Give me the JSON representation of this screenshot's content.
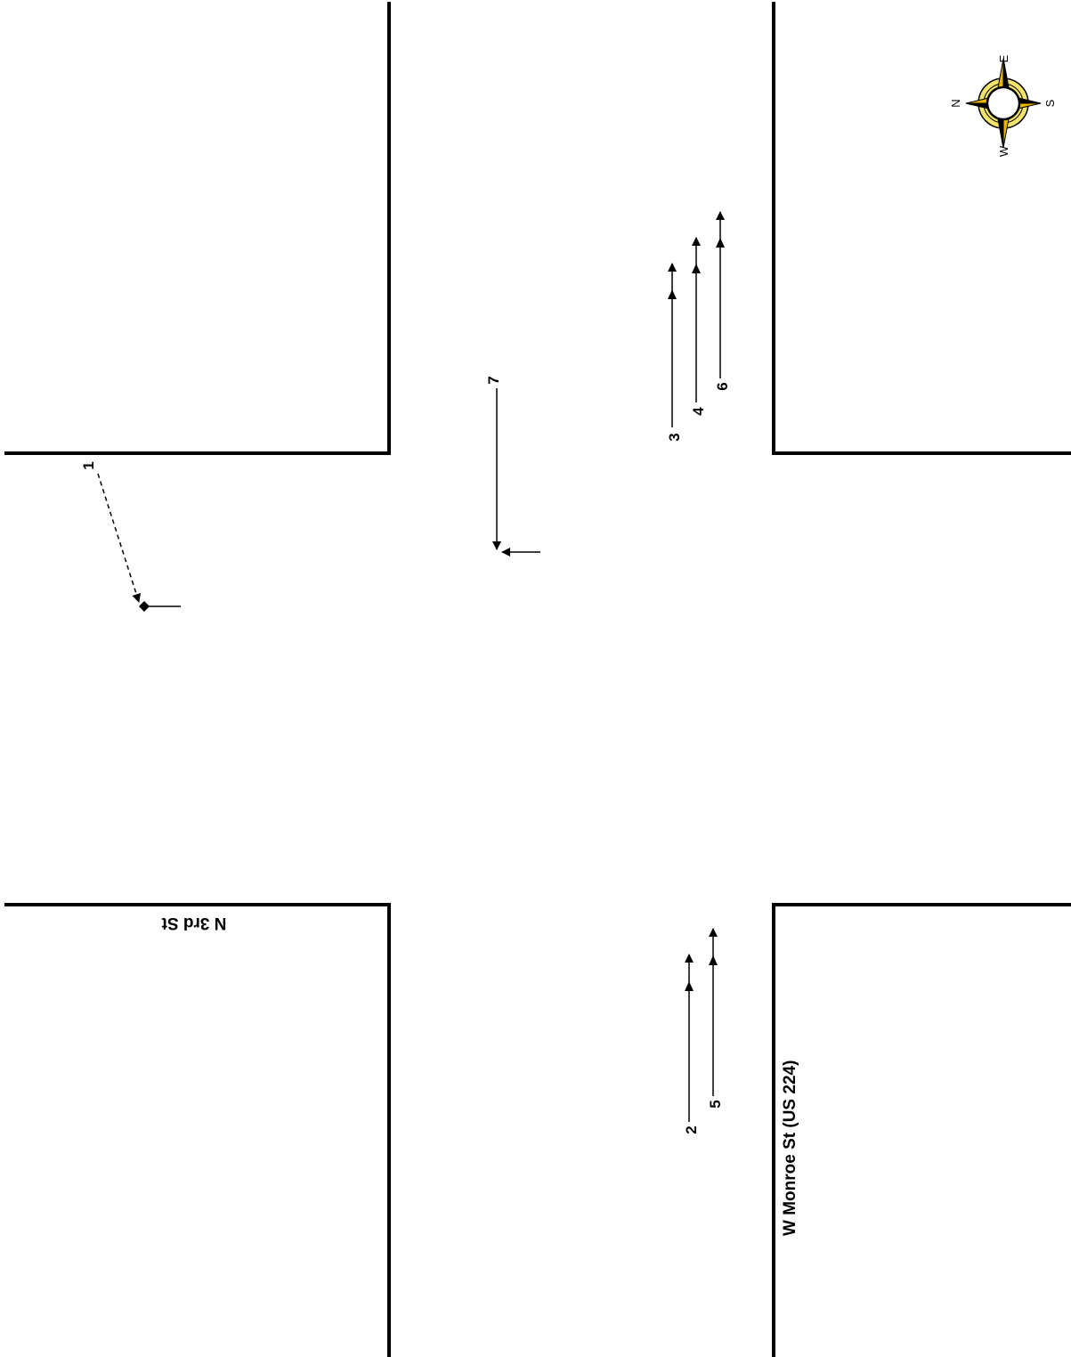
{
  "streets": {
    "monroe": "W Monroe St (US 224)",
    "third": "N 3rd St"
  },
  "compass": {
    "north": "N",
    "east": "E",
    "south": "S",
    "west": "W"
  },
  "vehicle_labels": {
    "v1": "1",
    "v2": "2",
    "v3": "3",
    "v4": "4",
    "v5": "5",
    "v6": "6",
    "v7": "7"
  },
  "colors": {
    "curb": "#000000",
    "compass_ring": "#e8d84a",
    "compass_star": "#e8b800"
  }
}
